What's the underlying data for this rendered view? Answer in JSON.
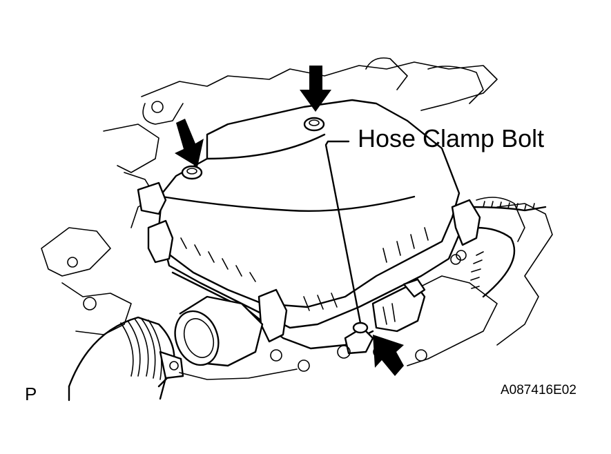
{
  "diagram": {
    "callout_label": "Hose Clamp Bolt",
    "view_marker": "P",
    "figure_code": "A087416E02",
    "arrows": [
      {
        "name": "left-bolt-arrow",
        "direction": "down"
      },
      {
        "name": "top-bolt-arrow",
        "direction": "down"
      },
      {
        "name": "hose-clamp-bolt-arrow",
        "direction": "up-left"
      }
    ]
  }
}
